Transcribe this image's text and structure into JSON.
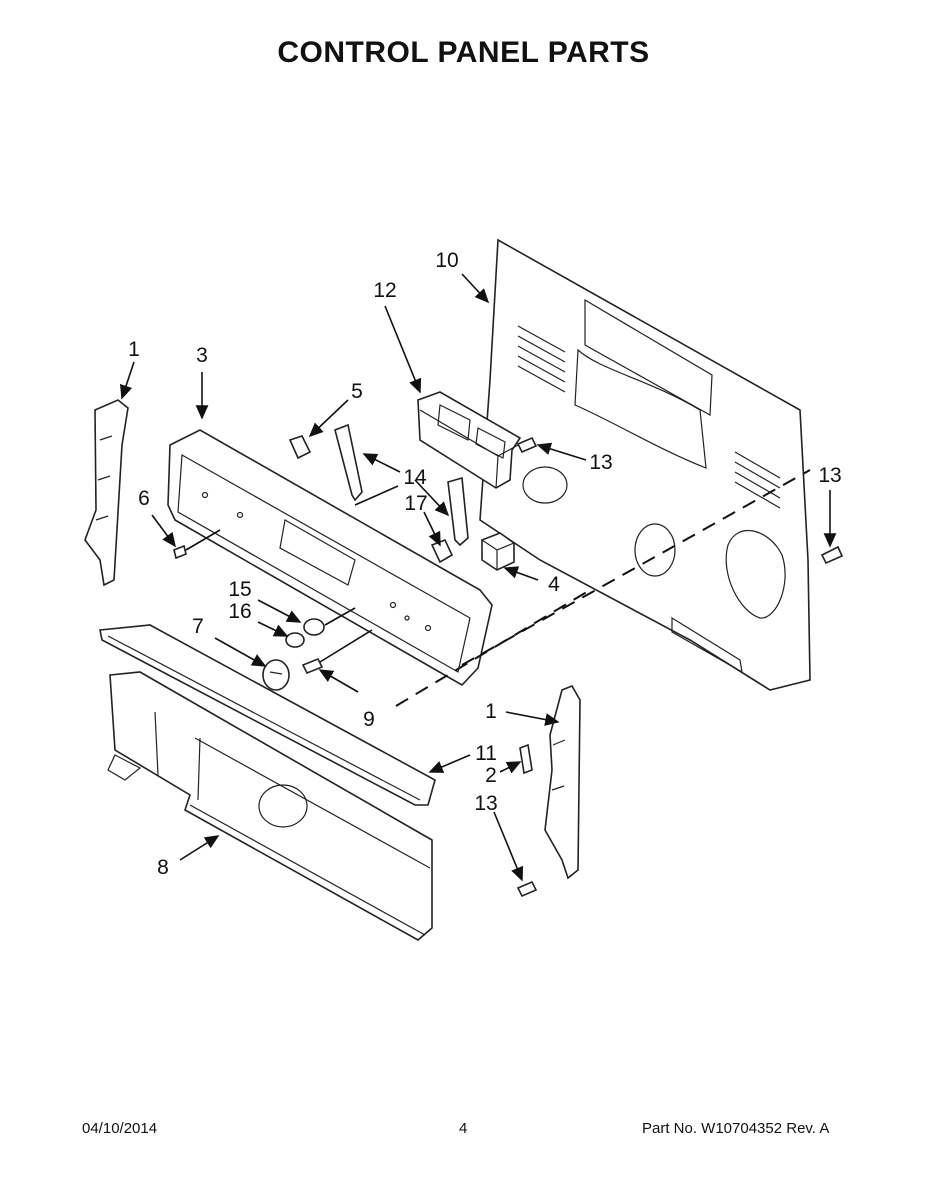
{
  "title": "CONTROL PANEL PARTS",
  "footer": {
    "date": "04/10/2014",
    "page": "4",
    "part_no": "Part No.  W10704352  Rev.  A"
  },
  "callouts": [
    "1",
    "3",
    "5",
    "12",
    "10",
    "13",
    "14",
    "17",
    "6",
    "13",
    "4",
    "15",
    "16",
    "7",
    "9",
    "1",
    "11",
    "2",
    "13",
    "8"
  ]
}
